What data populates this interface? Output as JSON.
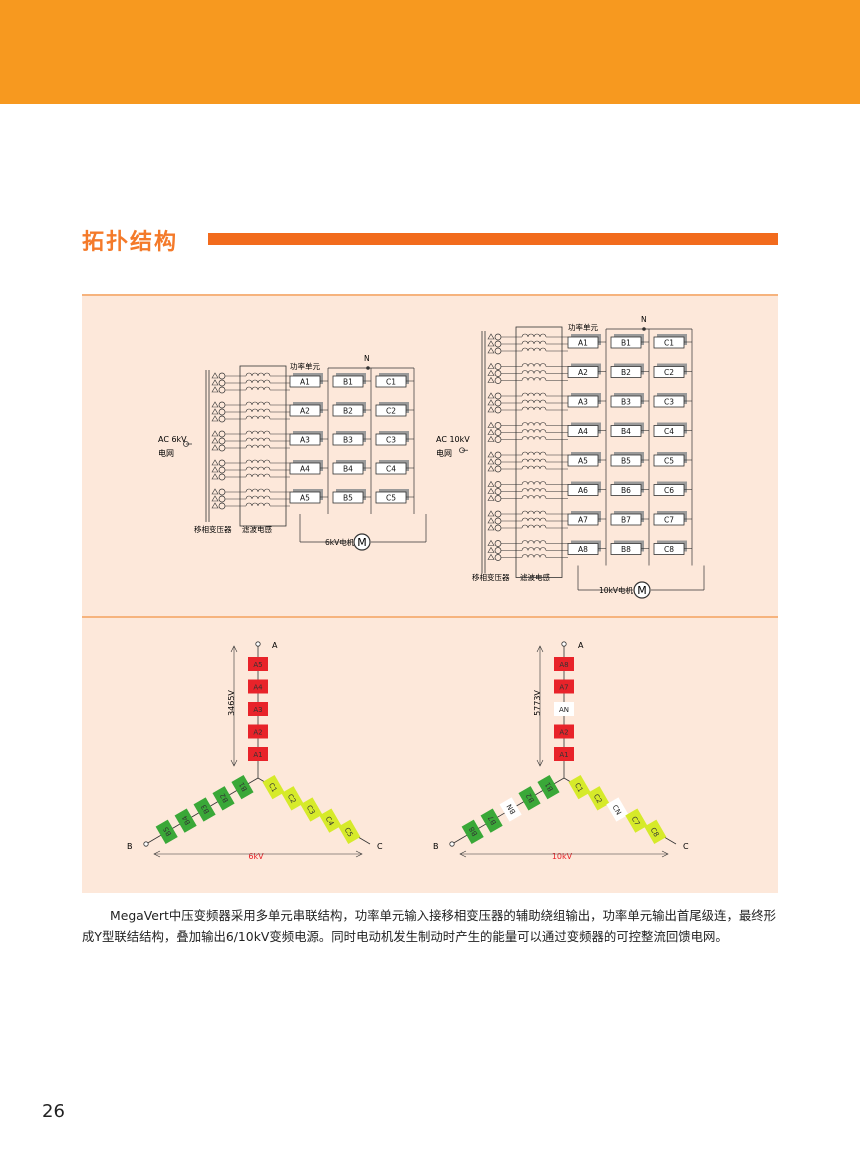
{
  "section": {
    "title": "拓扑结构"
  },
  "colors": {
    "header_orange": "#f7991f",
    "panel_bg": "#fde8da",
    "rule_orange": "#f26b1d",
    "phase_a_red": "#e8232a",
    "phase_b_green": "#3aa838",
    "phase_c_lime": "#d6ea2a"
  },
  "diagram_6kv": {
    "grid_label_1": "AC 6kV",
    "grid_label_2": "电网",
    "transformer_label": "移相变压器",
    "filter_label": "滤波电感",
    "unit_label": "功率单元",
    "neutral": "N",
    "motor_label": "6kV电机",
    "motor_symbol": "M",
    "rows": [
      [
        "A1",
        "B1",
        "C1"
      ],
      [
        "A2",
        "B2",
        "C2"
      ],
      [
        "A3",
        "B3",
        "C3"
      ],
      [
        "A4",
        "B4",
        "C4"
      ],
      [
        "A5",
        "B5",
        "C5"
      ]
    ]
  },
  "diagram_10kv": {
    "grid_label_1": "AC 10kV",
    "grid_label_2": "电网",
    "transformer_label": "移相变压器",
    "filter_label": "滤波电感",
    "unit_label": "功率单元",
    "neutral": "N",
    "motor_label": "10kV电机",
    "motor_symbol": "M",
    "rows": [
      [
        "A1",
        "B1",
        "C1"
      ],
      [
        "A2",
        "B2",
        "C2"
      ],
      [
        "A3",
        "B3",
        "C3"
      ],
      [
        "A4",
        "B4",
        "C4"
      ],
      [
        "A5",
        "B5",
        "C5"
      ],
      [
        "A6",
        "B6",
        "C6"
      ],
      [
        "A7",
        "B7",
        "C7"
      ],
      [
        "A8",
        "B8",
        "C8"
      ]
    ]
  },
  "star_6kv": {
    "phase_a": "A",
    "phase_b": "B",
    "phase_c": "C",
    "voltage_label": "3465V",
    "line_voltage": "6kV",
    "a_cells": [
      "A5",
      "A4",
      "A3",
      "A2",
      "A1"
    ],
    "b_cells": [
      "B1",
      "B2",
      "B3",
      "B4",
      "B5"
    ],
    "c_cells": [
      "C1",
      "C2",
      "C3",
      "C4",
      "C5"
    ]
  },
  "star_10kv": {
    "phase_a": "A",
    "phase_b": "B",
    "phase_c": "C",
    "voltage_label": "5773V",
    "line_voltage": "10kV",
    "a_cells": [
      "A8",
      "A7",
      "AN",
      "A2",
      "A1"
    ],
    "b_cells": [
      "B1",
      "B2",
      "BN",
      "B7",
      "B8"
    ],
    "c_cells": [
      "C1",
      "C2",
      "CN",
      "C7",
      "C8"
    ]
  },
  "paragraph": "MegaVert中压变频器采用多单元串联结构，功率单元输入接移相变压器的辅助绕组输出，功率单元输出首尾级连，最终形成Y型联结结构，叠加输出6/10kV变频电源。同时电动机发生制动时产生的能量可以通过变频器的可控整流回馈电网。",
  "page_number": "26"
}
